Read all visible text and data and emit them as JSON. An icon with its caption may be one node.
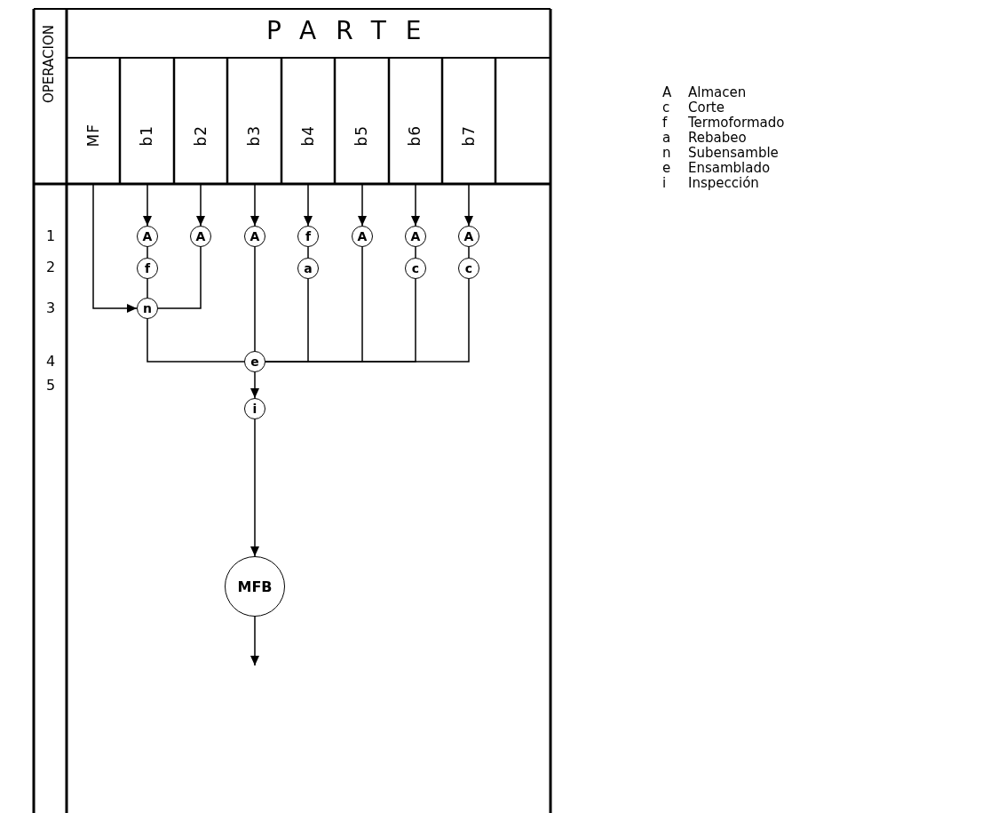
{
  "diagram": {
    "nodes": [
      {
        "text": [
          "MF"
        ]
      },
      {
        "text": [
          "b1"
        ]
      },
      {
        "text": [
          "b2"
        ]
      },
      {
        "text": [
          "b3"
        ]
      },
      {
        "text": [
          "b4"
        ]
      },
      {
        "text": [
          "b5"
        ]
      },
      {
        "text": [
          "b6"
        ]
      },
      {
        "text": [
          "b7"
        ]
      },
      {
        "text": [
          "A"
        ]
      },
      {
        "text": [
          "A"
        ]
      },
      {
        "text": [
          "A"
        ]
      },
      {
        "text": [
          "f"
        ]
      },
      {
        "text": [
          "A"
        ]
      },
      {
        "text": [
          "A"
        ]
      },
      {
        "text": [
          "A"
        ]
      },
      {
        "text": [
          "f"
        ]
      },
      {
        "text": [
          "a"
        ]
      },
      {
        "text": [
          "c"
        ]
      },
      {
        "text": [
          "c"
        ]
      },
      {
        "text": [
          "n"
        ]
      },
      {
        "text": [
          "e"
        ]
      },
      {
        "text": [
          "i"
        ]
      },
      {
        "text": [
          "MFB"
        ]
      }
    ],
    "edges": [
      {
        "from": 0,
        "to": 19,
        "arrow": "to"
      },
      {
        "from": 1,
        "to": 8,
        "arrow": "to"
      },
      {
        "from": 2,
        "to": 9,
        "arrow": "to"
      },
      {
        "from": 3,
        "to": 10,
        "arrow": "to"
      },
      {
        "from": 4,
        "to": 11,
        "arrow": "to"
      },
      {
        "from": 5,
        "to": 12,
        "arrow": "to"
      },
      {
        "from": 6,
        "to": 13,
        "arrow": "to"
      },
      {
        "from": 7,
        "to": 14,
        "arrow": "to"
      },
      {
        "from": 8,
        "to": 15,
        "arrow": "none"
      },
      {
        "from": 15,
        "to": 19,
        "arrow": "none"
      },
      {
        "from": 9,
        "to": 19,
        "arrow": "none"
      },
      {
        "from": 11,
        "to": 16,
        "arrow": "none"
      },
      {
        "from": 13,
        "to": 17,
        "arrow": "none"
      },
      {
        "from": 14,
        "to": 18,
        "arrow": "none"
      },
      {
        "from": 19,
        "to": 20,
        "arrow": "none"
      },
      {
        "from": 10,
        "to": 20,
        "arrow": "none"
      },
      {
        "from": 16,
        "to": 20,
        "arrow": "none"
      },
      {
        "from": 12,
        "to": 20,
        "arrow": "none"
      },
      {
        "from": 17,
        "to": 20,
        "arrow": "none"
      },
      {
        "from": 18,
        "to": 20,
        "arrow": "none"
      },
      {
        "from": 20,
        "to": 21,
        "arrow": "to"
      },
      {
        "from": 21,
        "to": 22,
        "arrow": "to"
      },
      {
        "from": 22,
        "to": null,
        "arrow": "to"
      }
    ],
    "labels": [
      "OPERACION",
      "PARTE",
      "1",
      "2",
      "3",
      "4",
      "5",
      "A",
      "Almacen",
      "c",
      "Corte",
      "f",
      "Termoformado",
      "a",
      "Rebabeo",
      "n",
      "Subensamble",
      "e",
      "Ensamblado",
      "i",
      "Inspección"
    ]
  }
}
